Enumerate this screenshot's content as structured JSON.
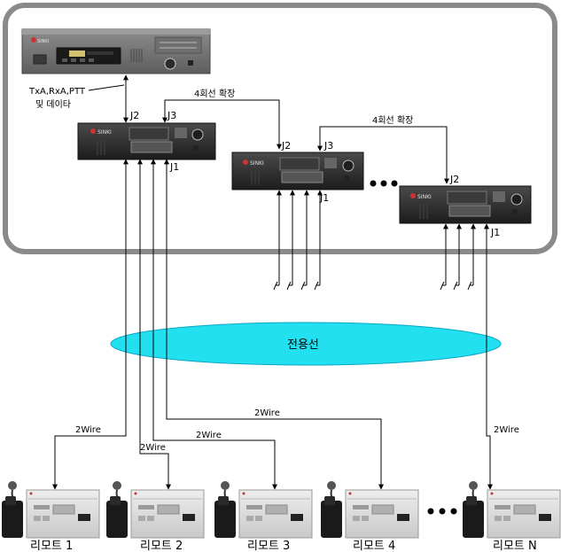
{
  "radio_label": "TxA,RxA,PTT\n및 데이타",
  "expand_label": "4회선 확장",
  "jacks": {
    "j1": "J1",
    "j2": "J2",
    "j3": "J3"
  },
  "brand": "SINKI",
  "cloud_label": "전용선",
  "wire_label": "2Wire",
  "remotes": [
    "리모트 1",
    "리모트 2",
    "리모트 3",
    "리모트 4",
    "리모트 N"
  ],
  "colors": {
    "frame": "#8a8a8a",
    "cloud_fill": "#22e0f0",
    "cloud_stroke": "#0aa6c4",
    "device_body": "#2b2b2b",
    "remote_body": "#d8d8d8"
  }
}
